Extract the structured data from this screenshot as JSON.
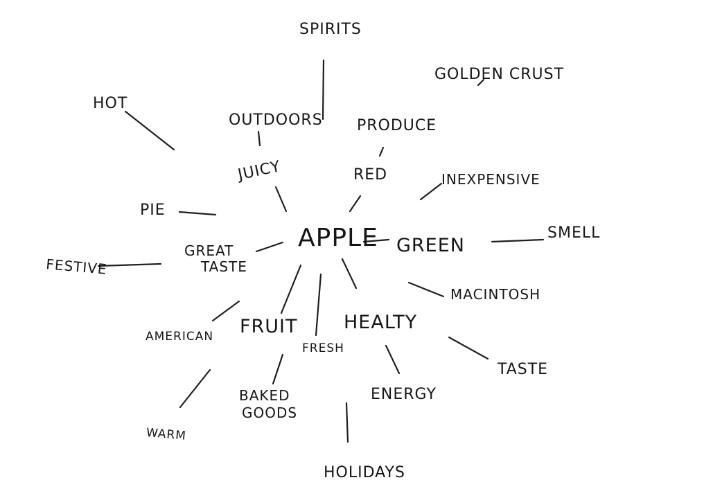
{
  "mind_map": {
    "center": "APPLE",
    "words": {
      "spirits": "SPIRITS",
      "golden_crust": "GOLDEN CRUST",
      "hot": "HOT",
      "outdoors": "OUTDOORS",
      "produce": "PRODUCE",
      "juicy": "JUICY",
      "red": "RED",
      "inexpensive": "INEXPENSIVE",
      "pie": "PIE",
      "great": "GREAT",
      "taste_inner": "TASTE",
      "green": "GREEN",
      "smell": "SMELL",
      "festive": "FESTIVE",
      "macintosh": "MACINTOSH",
      "american": "AMERICAN",
      "fruit": "FRUIT",
      "fresh": "FRESH",
      "healty": "HEALTY",
      "taste_outer": "TASTE",
      "baked": "BAKED",
      "goods": "GOODS",
      "energy": "ENERGY",
      "warm": "WARM",
      "holidays": "HOLIDAYS"
    }
  }
}
